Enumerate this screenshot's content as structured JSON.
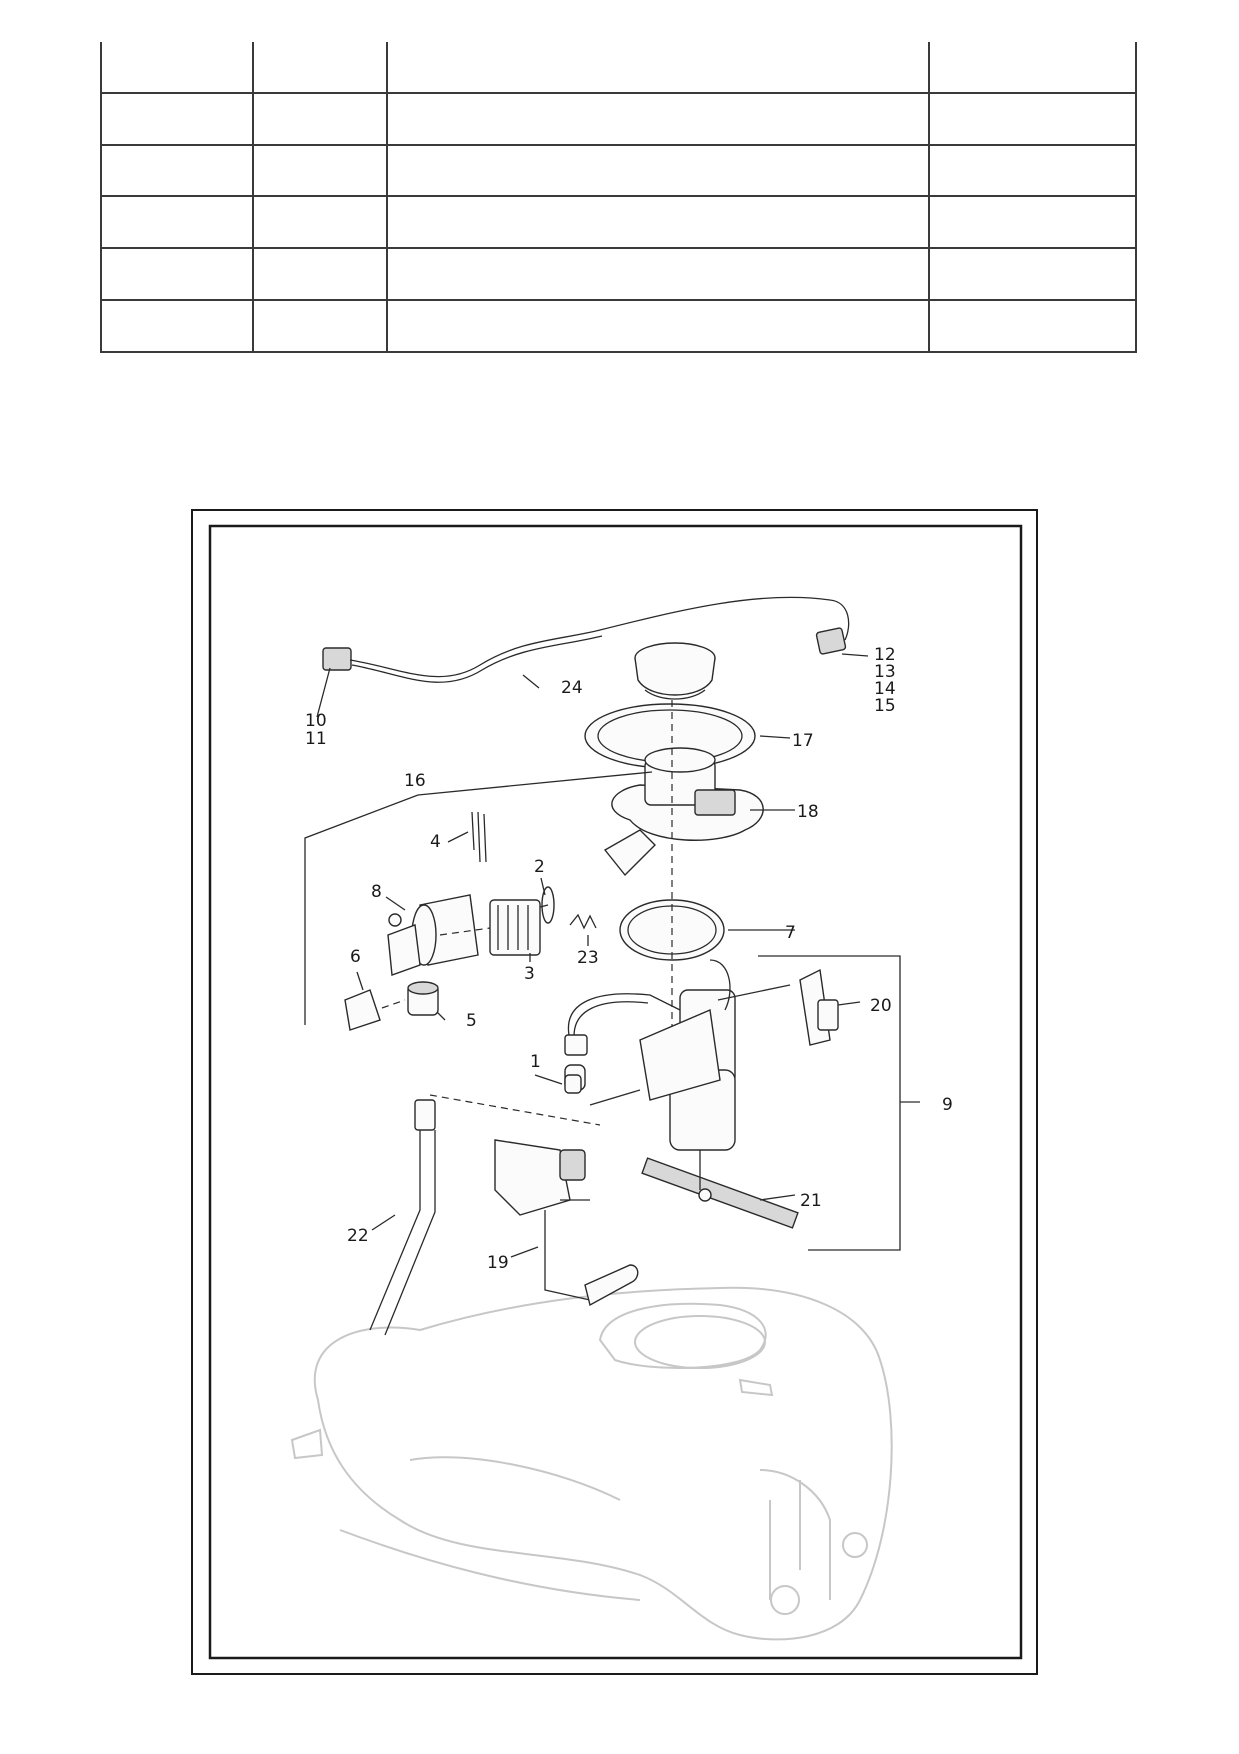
{
  "table": {
    "rows": [
      [
        "",
        "",
        "",
        ""
      ],
      [
        "",
        "",
        "",
        ""
      ],
      [
        "",
        "",
        "",
        ""
      ],
      [
        "",
        "",
        "",
        ""
      ],
      [
        "",
        "",
        "",
        ""
      ],
      [
        "",
        "",
        "",
        ""
      ]
    ]
  },
  "diagram": {
    "callouts": {
      "c1": "1",
      "c2": "2",
      "c3": "3",
      "c4": "4",
      "c5": "5",
      "c6": "6",
      "c7": "7",
      "c8": "8",
      "c9": "9",
      "c10": "10",
      "c11": "11",
      "c12": "12",
      "c13": "13",
      "c14": "14",
      "c15": "15",
      "c16": "16",
      "c17": "17",
      "c18": "18",
      "c19": "19",
      "c20": "20",
      "c21": "21",
      "c22": "22",
      "c23": "23",
      "c24": "24"
    }
  }
}
